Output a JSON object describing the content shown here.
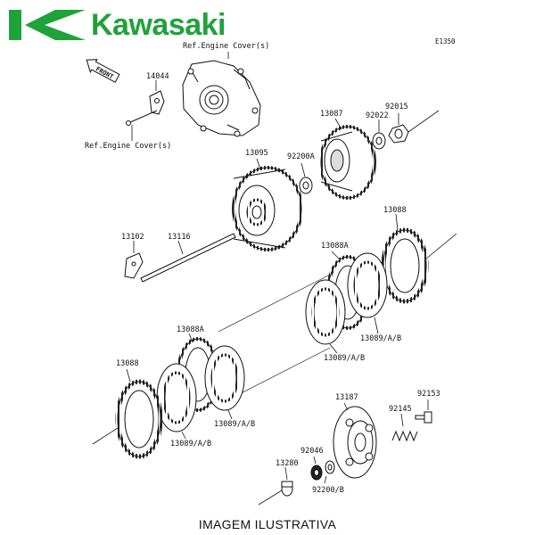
{
  "brand": {
    "name": "Kawasaki",
    "color": "#1fa23a"
  },
  "diagram_code": "E1350",
  "front_label": "FRONT",
  "caption": "IMAGEM ILUSTRATIVA",
  "refs": {
    "engine_cover_top": "Ref.Engine Cover(s)",
    "engine_cover_left": "Ref.Engine Cover(s)"
  },
  "parts": {
    "p14044": "14044",
    "p13087": "13087",
    "p92022": "92022",
    "p92015": "92015",
    "p13095": "13095",
    "p92200A": "92200A",
    "p13088_top": "13088",
    "p13088A_top": "13088A",
    "p13102": "13102",
    "p13116": "13116",
    "p13089AB_1": "13089/A/B",
    "p13089AB_2": "13089/A/B",
    "p13088A_mid": "13088A",
    "p13088_left": "13088",
    "p13089AB_3": "13089/A/B",
    "p13089AB_4": "13089/A/B",
    "p13187": "13187",
    "p92153": "92153",
    "p92145": "92145",
    "p92046": "92046",
    "p13280": "13280",
    "p92200B": "92200/B"
  }
}
